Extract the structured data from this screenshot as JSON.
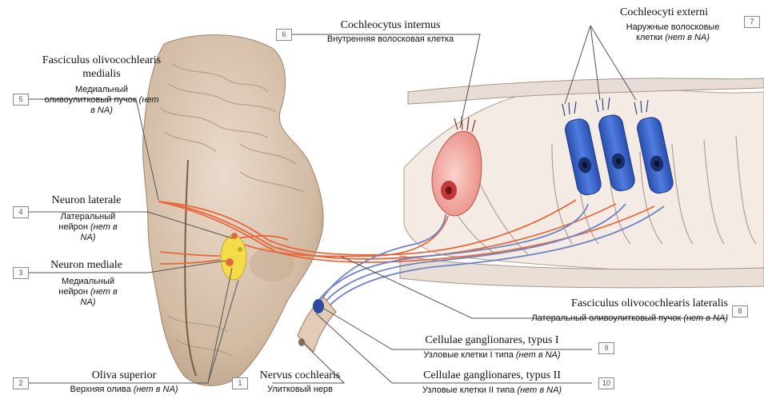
{
  "labels": [
    {
      "id": "1",
      "latin": "Nervus cochlearis",
      "ru": "Улитковый нерв"
    },
    {
      "id": "2",
      "latin": "Oliva superior",
      "ru": "Верхняя олива",
      "ru_note": "(нет в NA)"
    },
    {
      "id": "3",
      "latin": "Neuron mediale",
      "ru": "Медиальный нейрон",
      "ru_note": "(нет в NA)"
    },
    {
      "id": "4",
      "latin": "Neuron laterale",
      "ru": "Латеральный нейрон",
      "ru_note": "(нет в NA)"
    },
    {
      "id": "5",
      "latin": "Fasciculus olivocochlearis medialis",
      "ru": "Медиальный оливоулитковый пучок",
      "ru_note": "(нет в NA)"
    },
    {
      "id": "6",
      "latin": "Cochleocytus internus",
      "ru": "Внутренняя волосковая клетка"
    },
    {
      "id": "7",
      "latin": "Cochleocyti externi",
      "ru": "Наружные волосковые клетки",
      "ru_note": "(нет в NA)"
    },
    {
      "id": "8",
      "latin": "Fasciculus olivocochlearis lateralis",
      "ru": "Латеральный оливоулитковый пучок",
      "ru_note": "(нет в NA)"
    },
    {
      "id": "9",
      "latin": "Cellulae ganglionares, typus I",
      "ru": "Узловые клетки I типа",
      "ru_note": "(нет в NA)"
    },
    {
      "id": "10",
      "latin": "Cellulae ganglionares, typus II",
      "ru": "Узловые клетки II типа",
      "ru_note": "(нет в NA)"
    }
  ],
  "colors": {
    "brainstem": "#d8c2ad",
    "brainstem_shadow": "#a88a70",
    "efferent": "#e8673a",
    "afferent": "#6f84c6",
    "oliva": "#f2dc4a",
    "inner_cell": "#f3a7a0",
    "outer_cell": "#3a66c8",
    "organ_tissue": "#efe4dc"
  }
}
